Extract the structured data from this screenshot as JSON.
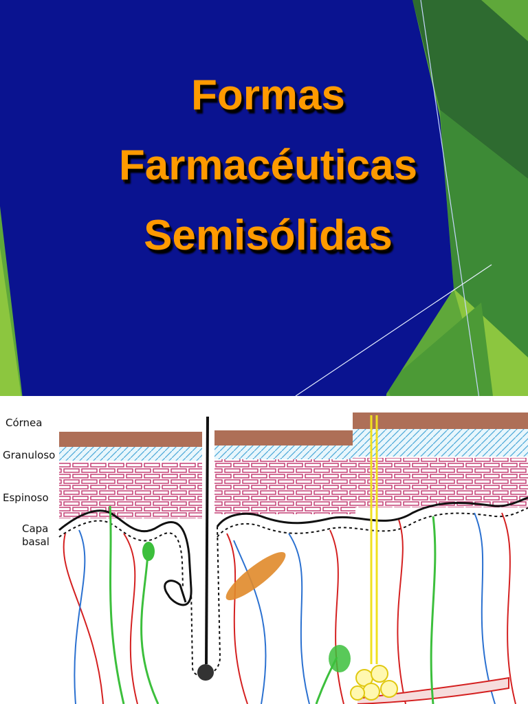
{
  "title": {
    "lines": [
      "Formas",
      "Farmacéuticas",
      "Semisólidas"
    ],
    "color": "#ff9a00"
  },
  "colors": {
    "background_blue": "#0a1390",
    "accent_green_dark": "#2e6b30",
    "accent_green": "#5fa83a",
    "accent_green_light": "#8cc63f",
    "cornea": "#a0563a",
    "granuloso": "#4aa8d8",
    "espinoso": "#c0306a",
    "capa_basal": "#111111",
    "vessel_red": "#d42020",
    "vessel_blue": "#2a70d0",
    "nerve_green": "#3cbf3c",
    "gland_yellow": "#f0e020",
    "muscle_orange": "#e08a2a"
  },
  "diagram": {
    "labels": {
      "cornea": "Córnea",
      "granuloso": "Granuloso",
      "espinoso": "Espinoso",
      "capa_basal": "Capa\nbasal"
    }
  }
}
